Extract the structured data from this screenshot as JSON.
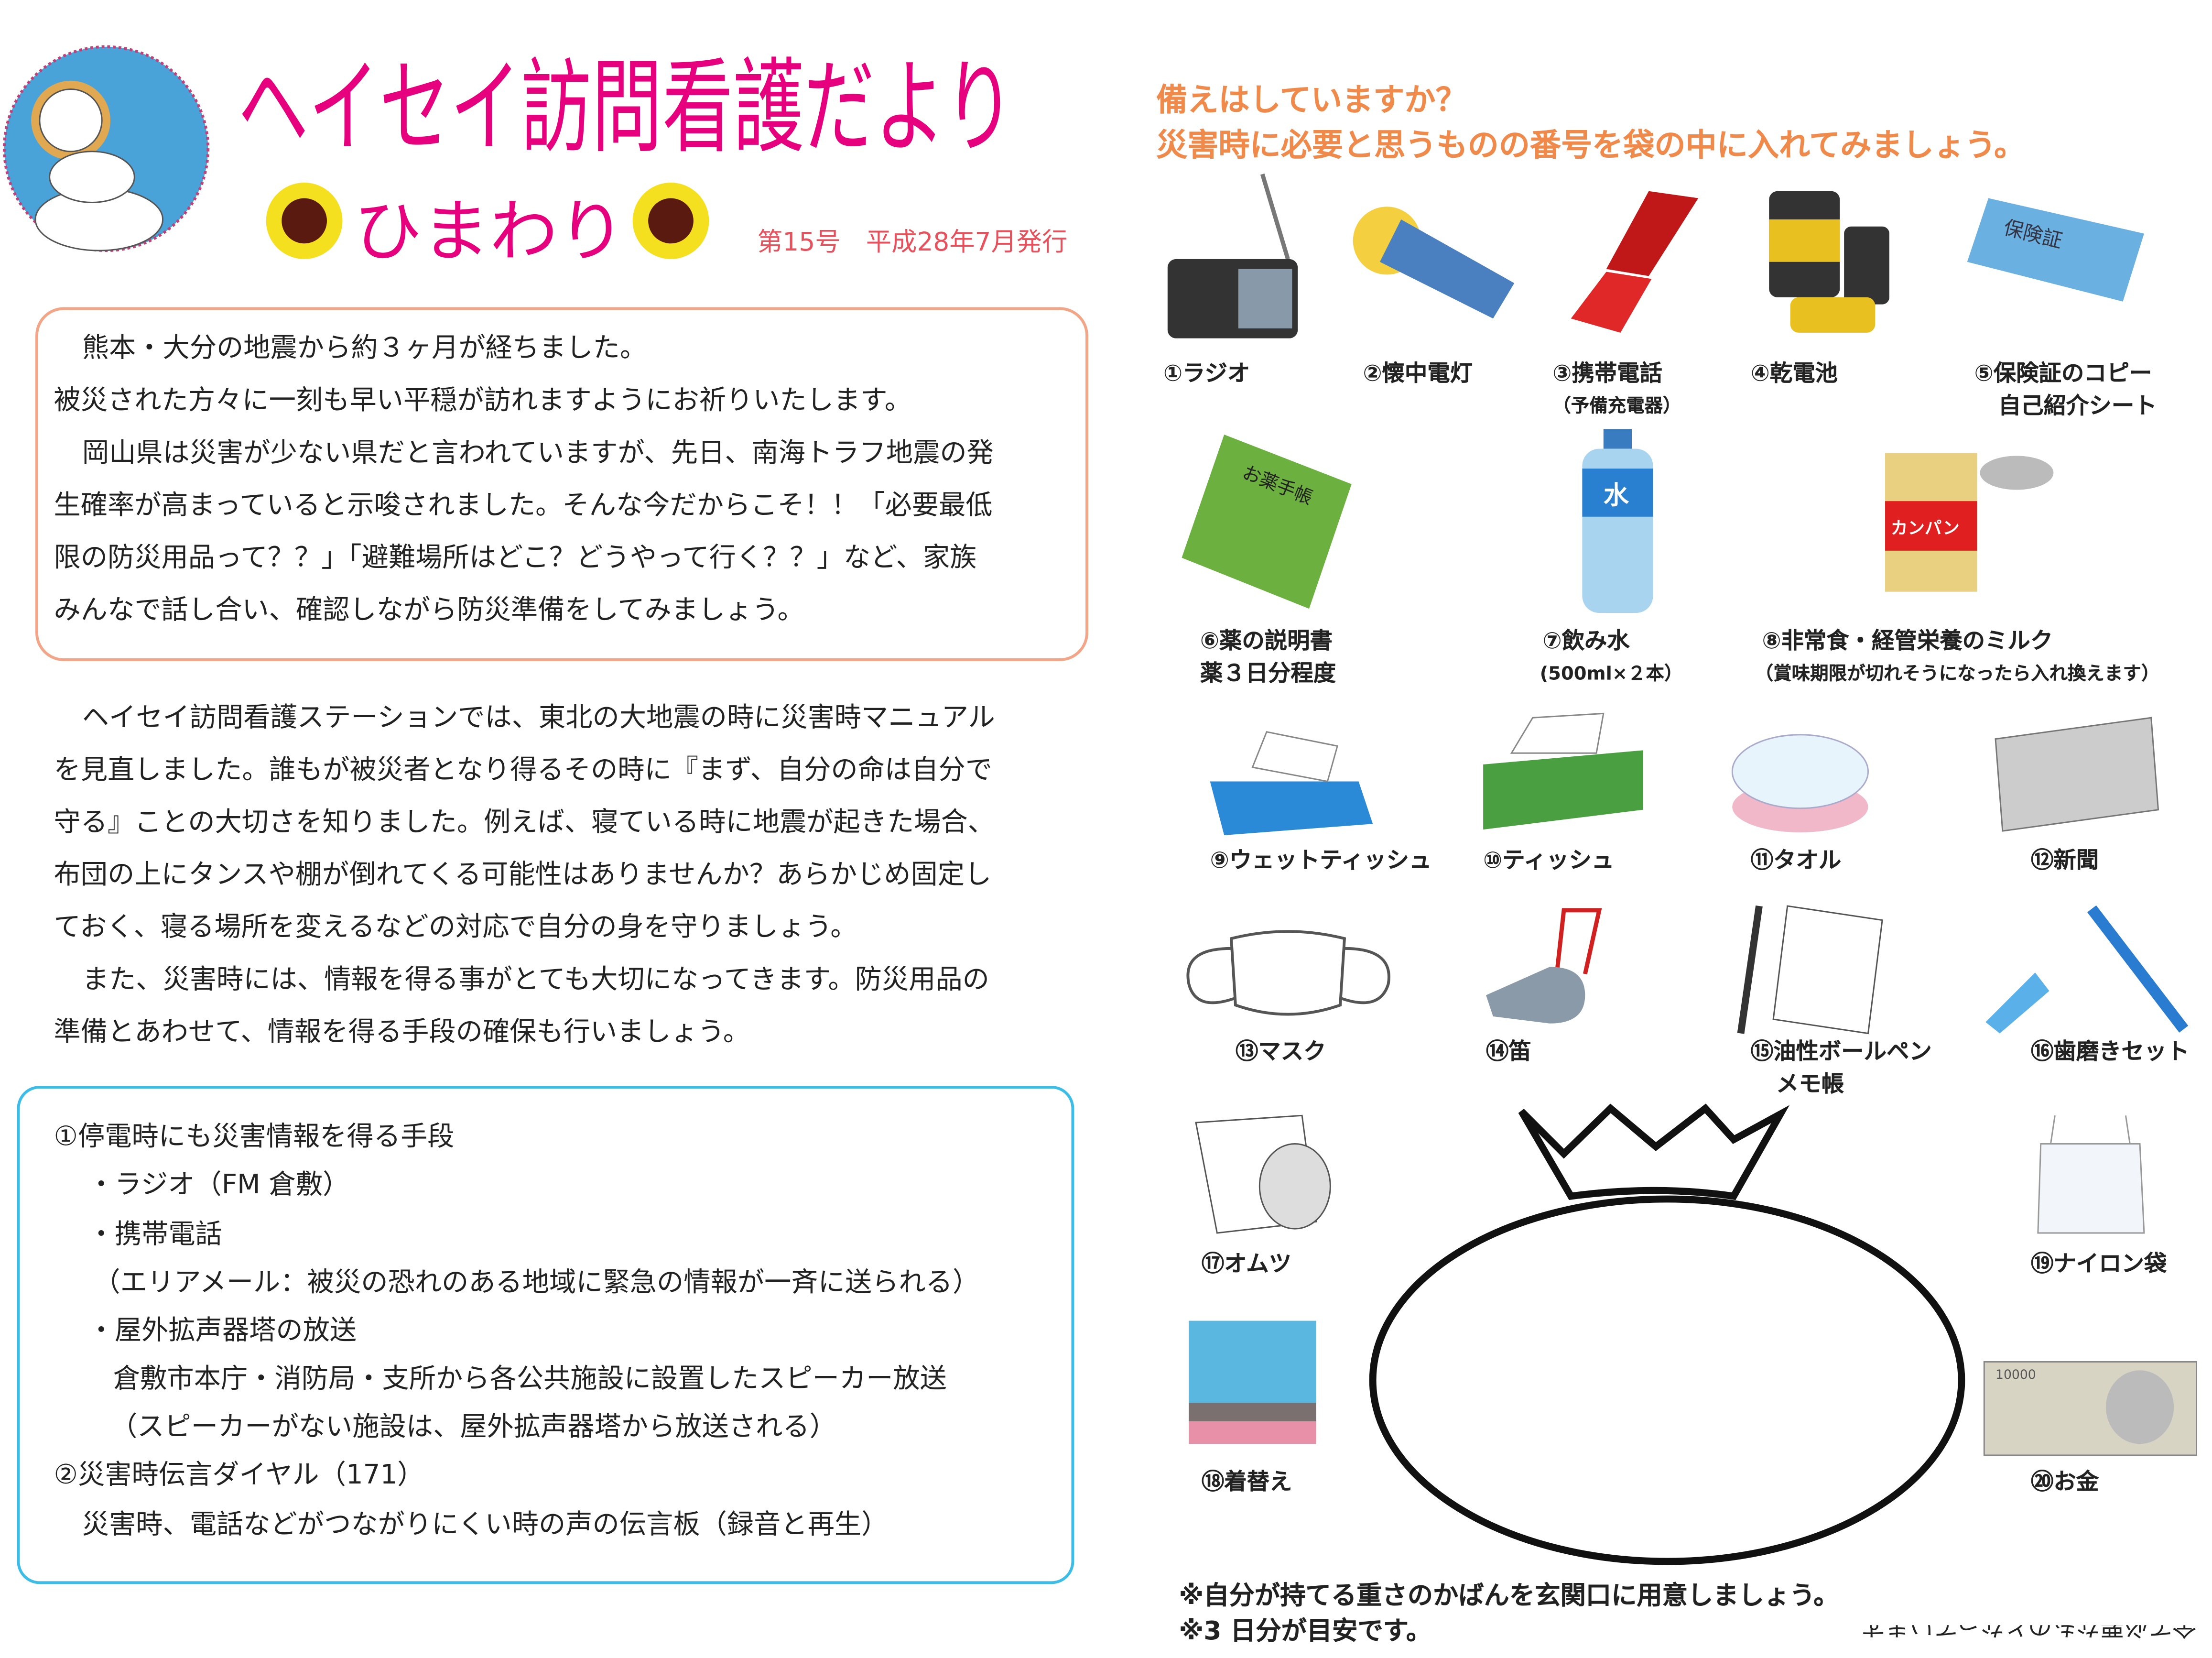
{
  "header": {
    "title": "ヘイセイ訪問看護だより",
    "subtitle": "ひまわり",
    "issue": "第15号　平成28年7月発行",
    "accent": "#e6007e"
  },
  "intro": [
    "熊本・大分の地震から約３ヶ月が経ちました。",
    "被災された方々に一刻も早い平穏が訪れますようにお祈りいたします。",
    "岡山県は災害が少ない県だと言われていますが、先日、南海トラフ地震の発",
    "生確率が高まっていると示唆されました。そんな今だからこそ！！「必要最低",
    "限の防災用品って？？」「避難場所はどこ？どうやって行く？？」など、家族",
    "みんなで話し合い、確認しながら防災準備をしてみましょう。"
  ],
  "body": [
    "ヘイセイ訪問看護ステーションでは、東北の大地震の時に災害時マニュアル",
    "を見直しました。誰もが被災者となり得るその時に『まず、自分の命は自分で",
    "守る』ことの大切さを知りました。例えば、寝ている時に地震が起きた場合、",
    "布団の上にタンスや棚が倒れてくる可能性はありませんか？あらかじめ固定し",
    "ておく、寝る場所を変えるなどの対応で自分の身を守りましょう。",
    "また、災害時には、情報を得る事がとても大切になってきます。防災用品の",
    "準備とあわせて、情報を得る手段の確保も行いましょう。"
  ],
  "info": [
    "①停電時にも災害情報を得る手段",
    "・ラジオ（FM 倉敷）",
    "・携帯電話",
    "（エリアメール：被災の恐れのある地域に緊急の情報が一斉に送られる）",
    "・屋外拡声器塔の放送",
    "倉敷市本庁・消防局・支所から各公共施設に設置したスピーカー放送",
    "（スピーカーがない施設は、屋外拡声器塔から放送される）",
    "②災害時伝言ダイヤル（171）",
    "災害時、電話などがつながりにくい時の声の伝言板（録音と再生）"
  ],
  "quiz": {
    "heading1": "備えはしていますか？",
    "heading2": "災害時に必要と思うものの番号を袋の中に入れてみましょう。",
    "color": "#f08a4b"
  },
  "items": [
    {
      "label": "①ラジオ"
    },
    {
      "label": "②懐中電灯"
    },
    {
      "label": "③携帯電話",
      "sub": "（予備充電器）"
    },
    {
      "label": "④乾電池"
    },
    {
      "label": "⑤保険証のコピー",
      "sub": "自己紹介シート"
    },
    {
      "label": "⑥薬の説明書",
      "sub": "薬３日分程度"
    },
    {
      "label": "⑦飲み水",
      "sub": "(500ml×２本）"
    },
    {
      "label": "⑧非常食・経管栄養のミルク",
      "sub": "（賞味期限が切れそうになったら入れ換えます）"
    },
    {
      "label": "⑨ウェットティッシュ"
    },
    {
      "label": "⑩ティッシュ"
    },
    {
      "label": "⑪タオル"
    },
    {
      "label": "⑫新聞"
    },
    {
      "label": "⑬マスク"
    },
    {
      "label": "⑭笛"
    },
    {
      "label": "⑮油性ボールペン",
      "sub": "メモ帳"
    },
    {
      "label": "⑯歯磨きセット"
    },
    {
      "label": "⑰オムツ"
    },
    {
      "label": "⑱着替え"
    },
    {
      "label": "⑲ナイロン袋"
    },
    {
      "label": "⑳お金"
    }
  ],
  "icon_text": {
    "insurance": "保険証",
    "medbook": "お薬手帳",
    "water": "水",
    "kanpan": "カンパン",
    "money": "10000"
  },
  "notes": [
    "※自分が持てる重さのかばんを玄関口に用意しましょう。",
    "※3 日分が目安です。"
  ],
  "answer": "答：全て必要なものとなっています。"
}
